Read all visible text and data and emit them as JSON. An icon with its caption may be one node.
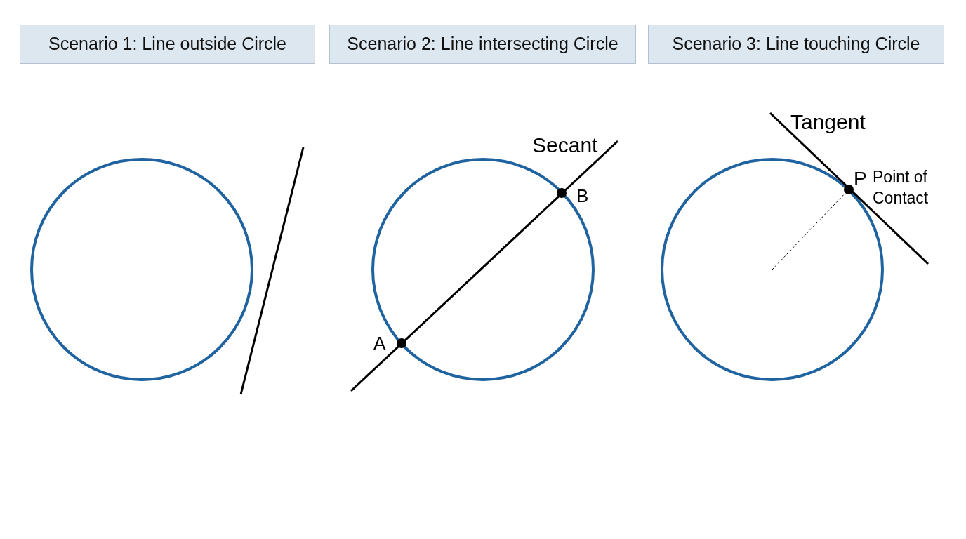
{
  "diagram": {
    "nodes": [
      {
        "text": [
          "Scenario 1: Line outside Circle"
        ]
      },
      {
        "text": [
          "Scenario 2: Line intersecting Circle"
        ]
      },
      {
        "text": [
          "Scenario 3: Line touching Circle"
        ]
      }
    ],
    "labels": [
      "Secant",
      "B",
      "A",
      "Tangent",
      "P",
      "Point of Contact"
    ]
  }
}
